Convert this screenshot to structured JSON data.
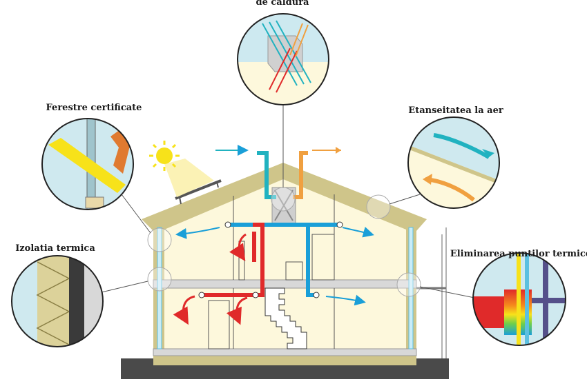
{
  "labels": {
    "heat_recovery": "de căldură",
    "windows": "Ferestre certificate",
    "airtightness": "Etanseitatea la aer",
    "insulation": "Izolatia termica",
    "thermal_bridges": "Eliminarea puntilor termice"
  },
  "colors": {
    "house_frame": "#cfc58a",
    "house_interior": "#fdf8dc",
    "ground": "#4a4a4a",
    "warm_air": "#e02a2a",
    "cold_air": "#1a9fd8",
    "supply_air": "#21b2c0",
    "exhaust_air": "#f0a040",
    "sun": "#f7e21a"
  },
  "icons": [
    "sun-icon",
    "heat-exchanger-icon",
    "solar-panel-icon"
  ]
}
